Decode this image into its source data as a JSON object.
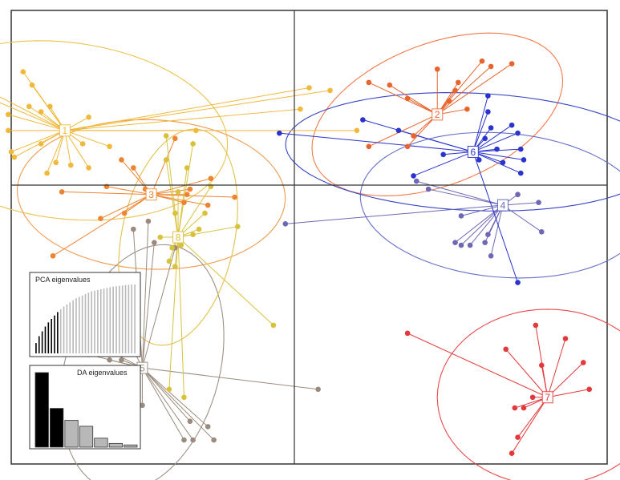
{
  "chart_data": {
    "type": "scatter",
    "subtype": "dapc",
    "xlim": [
      -10,
      10
    ],
    "ylim": [
      -10,
      7
    ],
    "axes_lines": {
      "x": 0,
      "y": 0
    },
    "grid": false,
    "clusters": [
      {
        "label": "1",
        "color": "#f0b93a",
        "ellipse_color": "#ecc24d",
        "center": [
          -8.2,
          2.5
        ],
        "rx": 5.5,
        "ry": 3.3,
        "angle": -0.15,
        "points": [
          [
            -9.6,
            4.7
          ],
          [
            -9.3,
            4.2
          ],
          [
            -10.5,
            3.6
          ],
          [
            -9.4,
            3.4
          ],
          [
            -10.1,
            3.1
          ],
          [
            -10.1,
            2.5
          ],
          [
            -9.0,
            2.0
          ],
          [
            -7.6,
            2.0
          ],
          [
            -10.0,
            1.7
          ],
          [
            -8.5,
            1.3
          ],
          [
            -8.0,
            1.2
          ],
          [
            -7.4,
            1.1
          ],
          [
            -8.7,
            3.4
          ],
          [
            -9.0,
            3.2
          ],
          [
            -9.9,
            1.5
          ],
          [
            -8.8,
            0.9
          ],
          [
            -6.7,
            1.9
          ],
          [
            -7.4,
            3.0
          ],
          [
            -3.8,
            2.5
          ],
          [
            -0.3,
            3.3
          ],
          [
            0.0,
            4.1
          ],
          [
            1.6,
            2.5
          ],
          [
            0.7,
            4.0
          ],
          [
            -10.8,
            4.0
          ]
        ]
      },
      {
        "label": "2",
        "color": "#e8642e",
        "ellipse_color": "#f07a4a",
        "center": [
          4.3,
          3.1
        ],
        "rx": 4.5,
        "ry": 2.6,
        "angle": 0.45,
        "points": [
          [
            6.8,
            5.0
          ],
          [
            5.8,
            5.1
          ],
          [
            5.0,
            4.3
          ],
          [
            4.3,
            4.8
          ],
          [
            2.0,
            4.3
          ],
          [
            3.3,
            3.7
          ],
          [
            2.7,
            4.2
          ],
          [
            4.9,
            4.0
          ],
          [
            5.3,
            3.3
          ],
          [
            3.5,
            2.3
          ],
          [
            2.0,
            1.9
          ],
          [
            3.3,
            1.9
          ],
          [
            4.7,
            3.6
          ],
          [
            6.1,
            4.9
          ]
        ]
      },
      {
        "label": "3",
        "color": "#ee8331",
        "ellipse_color": "#f09a4e",
        "center": [
          -5.3,
          0.1
        ],
        "rx": 4.5,
        "ry": 2.8,
        "angle": -0.05,
        "points": [
          [
            -4.5,
            2.2
          ],
          [
            -5.9,
            1.1
          ],
          [
            -6.3,
            1.4
          ],
          [
            -8.3,
            0.2
          ],
          [
            -6.8,
            0.4
          ],
          [
            -5.5,
            0.3
          ],
          [
            -3.3,
            0.7
          ],
          [
            -2.5,
            0.0
          ],
          [
            -4.2,
            -0.2
          ],
          [
            -3.4,
            -0.3
          ],
          [
            -6.2,
            -0.6
          ],
          [
            -4.0,
            0.3
          ],
          [
            -8.6,
            -2.2
          ],
          [
            -7.0,
            -0.8
          ],
          [
            -4.1,
            0.1
          ]
        ]
      },
      {
        "label": "4",
        "color": "#6d68b6",
        "ellipse_color": "#6470c8",
        "center": [
          6.5,
          -0.3
        ],
        "rx": 4.8,
        "ry": 2.7,
        "angle": -0.1,
        "points": [
          [
            3.6,
            0.6
          ],
          [
            4.0,
            0.3
          ],
          [
            5.1,
            -0.7
          ],
          [
            6.0,
            -1.4
          ],
          [
            5.9,
            -1.7
          ],
          [
            5.4,
            -1.8
          ],
          [
            5.1,
            -1.8
          ],
          [
            4.9,
            -1.7
          ],
          [
            7.7,
            -0.2
          ],
          [
            7.8,
            -1.3
          ],
          [
            7.0,
            0.1
          ],
          [
            -0.8,
            -1.0
          ],
          [
            6.1,
            -2.2
          ]
        ]
      },
      {
        "label": "5",
        "color": "#9a8b7e",
        "ellipse_color": "#9c9189",
        "center": [
          -5.6,
          -6.4
        ],
        "rx": 4.7,
        "ry": 2.6,
        "angle": 1.35,
        "points": [
          [
            -8.9,
            -4.5
          ],
          [
            -6.3,
            -4.8
          ],
          [
            -7.4,
            -5.9
          ],
          [
            -6.7,
            -6.1
          ],
          [
            -6.3,
            -6.1
          ],
          [
            -7.4,
            -7.0
          ],
          [
            -8.6,
            -7.1
          ],
          [
            -8.1,
            -7.2
          ],
          [
            -5.6,
            -7.8
          ],
          [
            -3.4,
            -8.6
          ],
          [
            -3.2,
            -9.1
          ],
          [
            -4.0,
            -8.4
          ],
          [
            -3.9,
            -9.1
          ],
          [
            -4.2,
            -9.1
          ],
          [
            -5.9,
            -1.2
          ],
          [
            -5.2,
            -1.7
          ],
          [
            -4.5,
            -1.9
          ],
          [
            0.3,
            -7.2
          ],
          [
            -5.4,
            -0.9
          ]
        ]
      },
      {
        "label": "6",
        "color": "#2a33cc",
        "ellipse_color": "#3845c4",
        "center": [
          5.5,
          1.7
        ],
        "rx": 6.3,
        "ry": 2.2,
        "angle": -0.05,
        "points": [
          [
            1.8,
            2.9
          ],
          [
            3.0,
            2.5
          ],
          [
            -1.0,
            2.4
          ],
          [
            6.0,
            3.2
          ],
          [
            6.1,
            2.6
          ],
          [
            6.8,
            2.7
          ],
          [
            7.0,
            2.4
          ],
          [
            5.9,
            2.2
          ],
          [
            7.1,
            1.8
          ],
          [
            6.3,
            1.8
          ],
          [
            6.5,
            1.3
          ],
          [
            7.2,
            1.4
          ],
          [
            7.1,
            0.9
          ],
          [
            4.5,
            1.6
          ],
          [
            3.5,
            0.8
          ],
          [
            5.7,
            1.4
          ],
          [
            7.0,
            -3.2
          ],
          [
            6.0,
            3.8
          ]
        ]
      },
      {
        "label": "7",
        "color": "#e23a3a",
        "ellipse_color": "#e84a4a",
        "center": [
          8.0,
          -7.5
        ],
        "rx": 3.7,
        "ry": 3.3,
        "angle": 0,
        "points": [
          [
            3.3,
            -5.1
          ],
          [
            6.6,
            -5.7
          ],
          [
            7.6,
            -4.8
          ],
          [
            8.6,
            -5.3
          ],
          [
            9.2,
            -6.2
          ],
          [
            9.4,
            -7.2
          ],
          [
            7.5,
            -7.5
          ],
          [
            7.2,
            -7.9
          ],
          [
            6.9,
            -7.9
          ],
          [
            7.0,
            -9.0
          ],
          [
            6.8,
            -9.6
          ],
          [
            7.8,
            -6.3
          ]
        ]
      },
      {
        "label": "8",
        "color": "#d8c23c",
        "ellipse_color": "#e2c14a",
        "center": [
          -4.4,
          -1.5
        ],
        "rx": 4.1,
        "ry": 1.9,
        "angle": 1.4,
        "points": [
          [
            -4.8,
            2.3
          ],
          [
            -3.9,
            2.0
          ],
          [
            -4.1,
            1.1
          ],
          [
            -4.8,
            1.4
          ],
          [
            -3.3,
            0.4
          ],
          [
            -4.4,
            0.2
          ],
          [
            -4.5,
            -0.6
          ],
          [
            -3.5,
            -0.6
          ],
          [
            -3.7,
            -1.2
          ],
          [
            -3.9,
            -1.4
          ],
          [
            -5.0,
            -1.5
          ],
          [
            -4.3,
            -1.8
          ],
          [
            -4.6,
            -1.9
          ],
          [
            -4.7,
            -2.4
          ],
          [
            -4.5,
            -2.6
          ],
          [
            -1.2,
            -4.8
          ],
          [
            -4.2,
            -7.5
          ],
          [
            -4.7,
            -7.2
          ],
          [
            -2.4,
            -1.1
          ]
        ]
      }
    ],
    "insets": [
      {
        "title": "PCA eigenvalues",
        "type": "bar",
        "values": [
          0.15,
          0.25,
          0.32,
          0.39,
          0.45,
          0.5,
          0.55,
          0.6,
          0.64,
          0.68,
          0.71,
          0.74,
          0.77,
          0.8,
          0.82,
          0.84,
          0.86,
          0.88,
          0.9,
          0.91,
          0.92,
          0.93,
          0.94,
          0.95,
          0.96,
          0.97,
          0.975,
          0.98,
          0.985,
          0.99,
          0.995,
          1.0,
          1.0
        ],
        "retained": 8,
        "color_retained": "#000000",
        "color_rest": "#b8b8b8"
      },
      {
        "title": "DA eigenvalues",
        "type": "bar",
        "values": [
          1.0,
          0.52,
          0.36,
          0.28,
          0.12,
          0.05,
          0.03
        ],
        "colors": [
          "#000000",
          "#000000",
          "#b8b8b8",
          "#b8b8b8",
          "#b8b8b8",
          "#b8b8b8",
          "#b8b8b8"
        ]
      }
    ]
  }
}
